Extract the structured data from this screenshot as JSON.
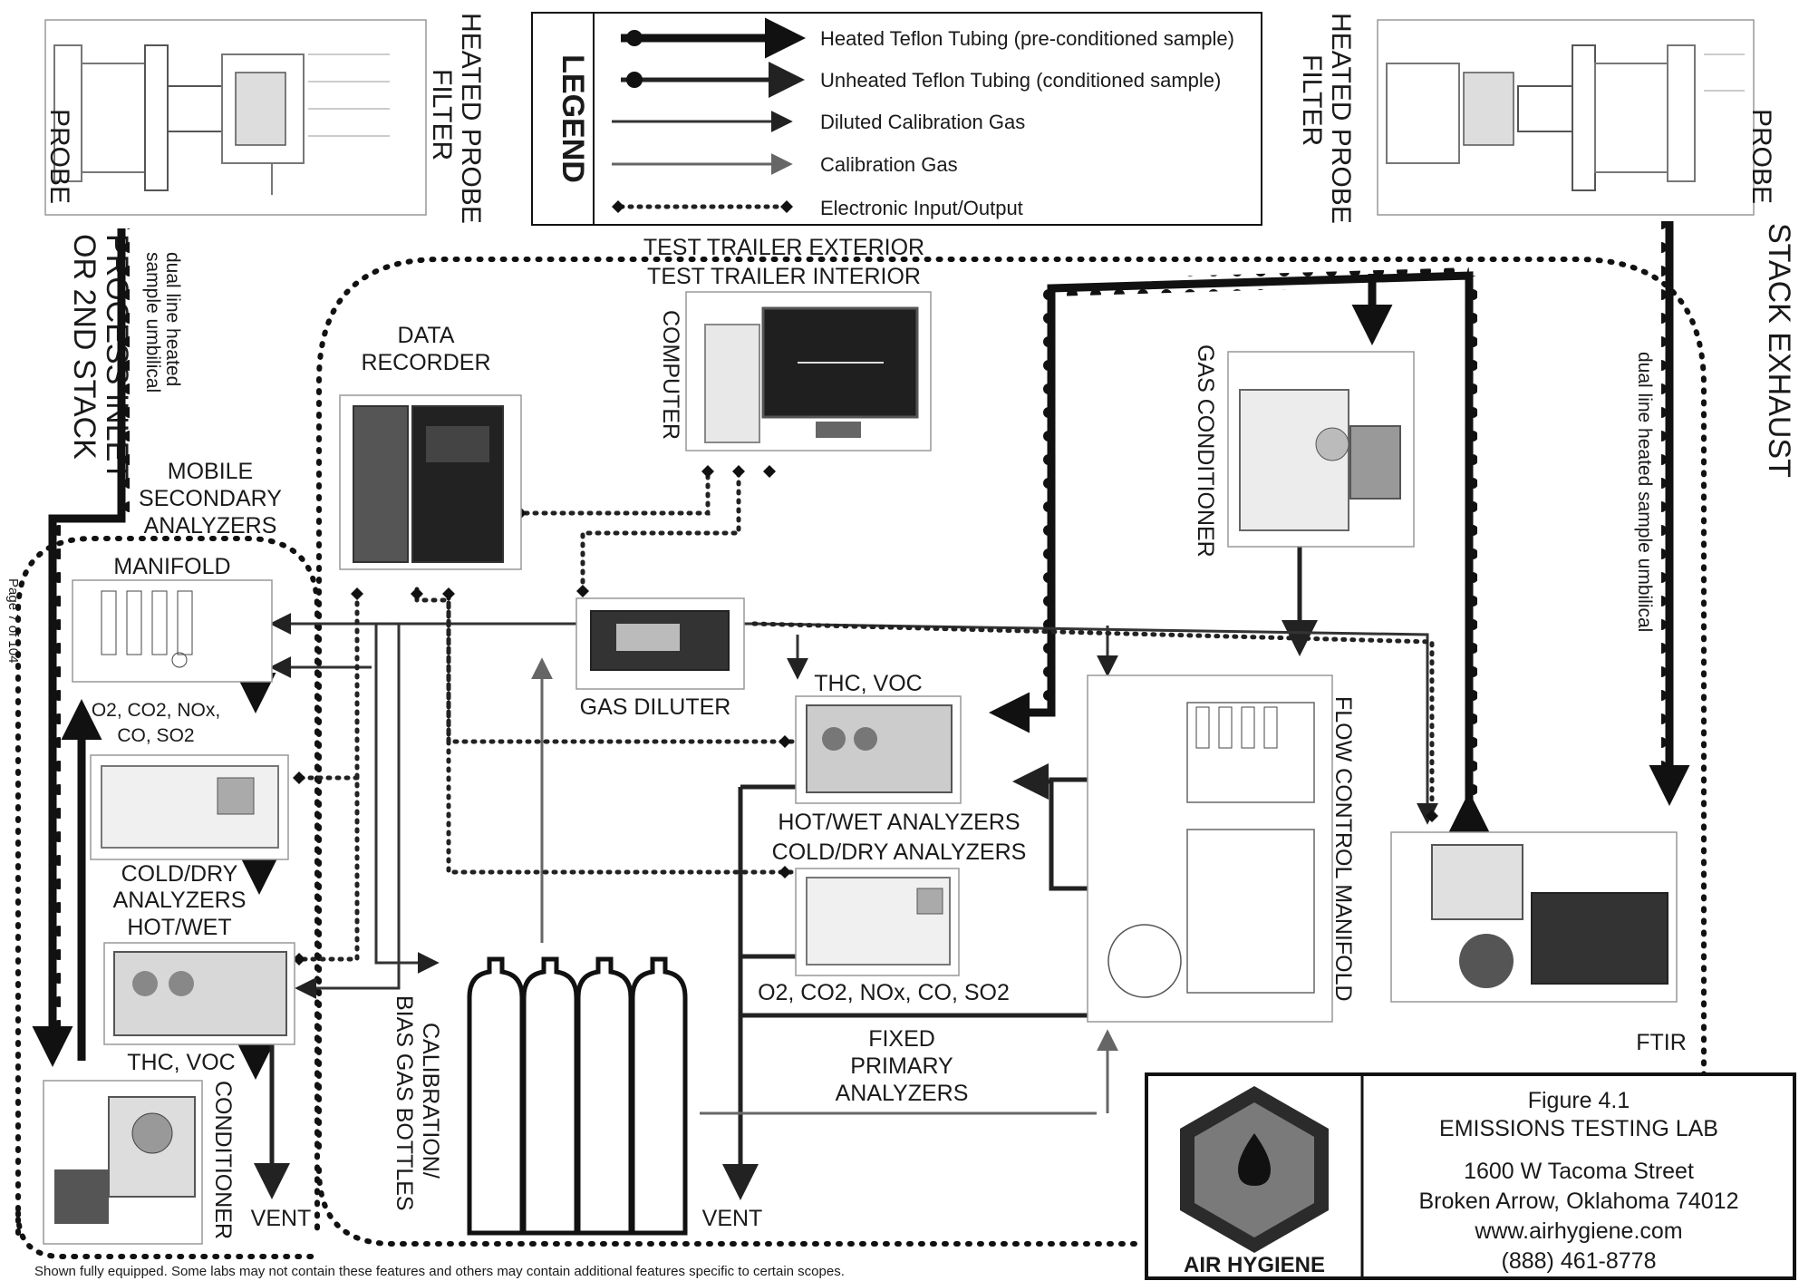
{
  "legend": {
    "title": "LEGEND",
    "items": [
      {
        "style": "heated-teflon",
        "label": "Heated Teflon Tubing (pre-conditioned sample)"
      },
      {
        "style": "unheated-teflon",
        "label": "Unheated Teflon Tubing (conditioned sample)"
      },
      {
        "style": "diluted-cal-gas",
        "label": "Diluted Calibration Gas"
      },
      {
        "style": "cal-gas",
        "label": "Calibration Gas"
      },
      {
        "style": "electronic-io",
        "label": "Electronic Input/Output"
      }
    ]
  },
  "labels": {
    "probe_left": "PROBE",
    "heated_probe_filter_left": [
      "HEATED PROBE",
      "FILTER"
    ],
    "heated_probe_filter_right": [
      "HEATED PROBE",
      "FILTER"
    ],
    "probe_right": "PROBE",
    "process_inlet": [
      "PROCESS INLET",
      "OR 2ND STACK"
    ],
    "umbilical_left": [
      "dual line heated",
      "sample umbilical"
    ],
    "stack_exhaust": "STACK EXHAUST",
    "umbilical_right": "dual line heated sample umbilical",
    "trailer_exterior": "TEST TRAILER EXTERIOR",
    "trailer_interior": "TEST TRAILER INTERIOR",
    "data_recorder": [
      "DATA",
      "RECORDER"
    ],
    "computer": "COMPUTER",
    "gas_conditioner": "GAS CONDITIONER",
    "mobile_secondary": [
      "MOBILE",
      "SECONDARY",
      "ANALYZERS"
    ],
    "manifold": "MANIFOLD",
    "secondary_cold_gases": [
      "O2, CO2, NOx,",
      "CO, SO2"
    ],
    "cold_dry": [
      "COLD/DRY",
      "ANALYZERS"
    ],
    "hot_wet": "HOT/WET",
    "thc_voc_secondary": "THC, VOC",
    "conditioner": "CONDITIONER",
    "vent_left": "VENT",
    "cal_bottles": [
      "CALIBRATION/",
      "BIAS GAS BOTTLES"
    ],
    "gas_diluter": "GAS DILUTER",
    "thc_voc_primary": "THC, VOC",
    "hot_wet_analyzers": "HOT/WET ANALYZERS",
    "cold_dry_analyzers": "COLD/DRY ANALYZERS",
    "primary_cold_gases": "O2, CO2, NOx, CO, SO2",
    "fixed_primary": [
      "FIXED",
      "PRIMARY",
      "ANALYZERS"
    ],
    "vent_center": "VENT",
    "flow_control_manifold": "FLOW CONTROL MANIFOLD",
    "ftir": "FTIR",
    "page_number": "Page 7 of 104"
  },
  "title_block": {
    "figure": "Figure 4.1",
    "title": "EMISSIONS TESTING LAB",
    "address1": "1600 W Tacoma Street",
    "address2": "Broken Arrow, Oklahoma 74012",
    "website": "www.airhygiene.com",
    "phone": "(888) 461-8778",
    "logo_text": "AIR HYGIENE"
  },
  "footnote": "Shown fully equipped.  Some labs may not contain these features and others may contain additional features specific to certain scopes.",
  "colors": {
    "line": "#111111",
    "gray_line": "#666666",
    "logo_dark": "#2b2b2b",
    "logo_mid": "#7a7a7a"
  },
  "icons": [
    "probe-drawing",
    "filter-drawing",
    "computer-monitor",
    "data-recorder-cabinet",
    "gas-conditioner-unit",
    "gas-diluter-unit",
    "analyzer-rack",
    "gas-cylinder",
    "ftir-spectrometer",
    "air-hygiene-logo"
  ]
}
